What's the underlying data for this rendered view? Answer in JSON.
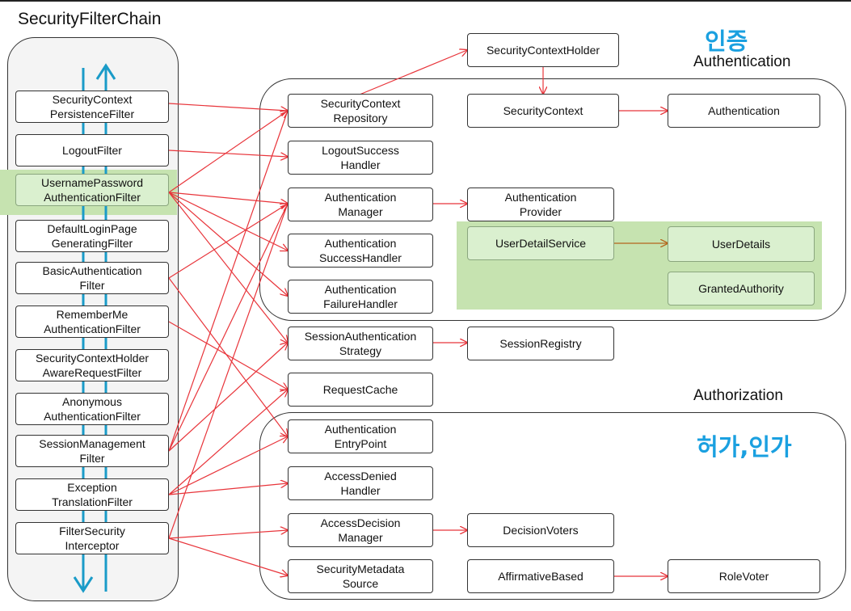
{
  "title": "SecurityFilterChain",
  "labels": {
    "authentication_ko": "인증",
    "authentication": "Authentication",
    "authorization": "Authorization",
    "authorization_ko": "허가,인가"
  },
  "filters": [
    "SecurityContext\nPersistenceFilter",
    "LogoutFilter",
    "UsernamePassword\nAuthenticationFilter",
    "DefaultLoginPage\nGeneratingFilter",
    "BasicAuthentication\nFilter",
    "RememberMe\nAuthenticationFilter",
    "SecurityContextHolder\nAwareRequestFilter",
    "Anonymous\nAuthenticationFilter",
    "SessionManagement\nFilter",
    "Exception\nTranslationFilter",
    "FilterSecurity\nInterceptor"
  ],
  "components": {
    "security_context_holder": "SecurityContextHolder",
    "security_context_repository": "SecurityContext\nRepository",
    "security_context": "SecurityContext",
    "authentication": "Authentication",
    "logout_success_handler": "LogoutSuccess\nHandler",
    "authentication_manager": "Authentication\nManager",
    "authentication_provider": "Authentication\nProvider",
    "authentication_success_handler": "Authentication\nSuccessHandler",
    "user_detail_service": "UserDetailService",
    "user_details": "UserDetails",
    "authentication_failure_handler": "Authentication\nFailureHandler",
    "granted_authority": "GrantedAuthority",
    "session_authentication_strategy": "SessionAuthentication\nStrategy",
    "session_registry": "SessionRegistry",
    "request_cache": "RequestCache",
    "authentication_entry_point": "Authentication\nEntryPoint",
    "access_denied_handler": "AccessDenied\nHandler",
    "access_decision_manager": "AccessDecision\nManager",
    "decision_voters": "DecisionVoters",
    "security_metadata_source": "SecurityMetadata\nSource",
    "affirmative_based": "AffirmativeBased",
    "role_voter": "RoleVoter"
  },
  "colors": {
    "arrow": "#e8343a",
    "brown_arrow": "#b5651d",
    "flow_arrow": "#1a9bc8",
    "highlight": "#c6e3b0",
    "korean_label": "#1aa0e0"
  }
}
